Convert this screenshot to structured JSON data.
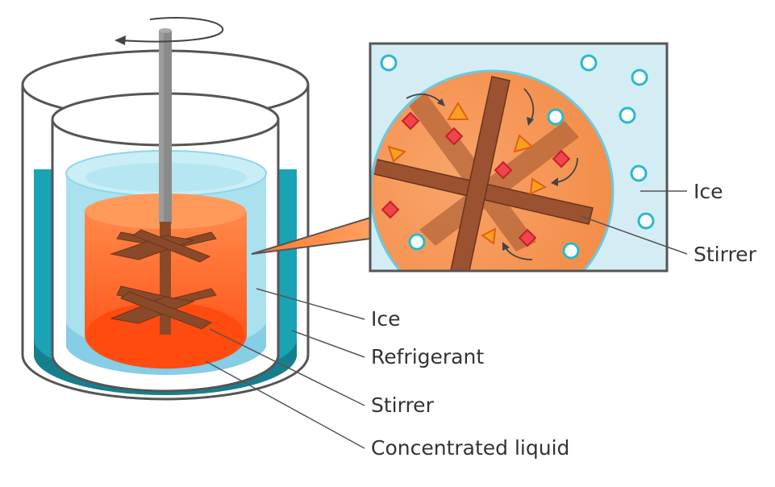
{
  "labels": {
    "ice_main": "Ice",
    "refrigerant": "Refrigerant",
    "stirrer_main": "Stirrer",
    "concentrated_liquid": "Concentrated liquid",
    "ice_detail": "Ice",
    "stirrer_detail": "Stirrer"
  },
  "colors": {
    "refrigerant": "#1aa3b5",
    "refrigerant_dark": "#167f8d",
    "ice": "#a9e1ef",
    "ice_light": "#c9eef6",
    "liquid_top": "#ff7a3a",
    "liquid_bottom": "#ff4a10",
    "stirrer": "#8a4a2a",
    "detail_background": "#d4edf4",
    "outline": "#555555",
    "leader_line": "#555555"
  },
  "icons": [
    "rotation-arrow-icon",
    "ice-crystal-icon",
    "solute-diamond-icon",
    "solute-triangle-icon",
    "flow-arrow-icon"
  ]
}
